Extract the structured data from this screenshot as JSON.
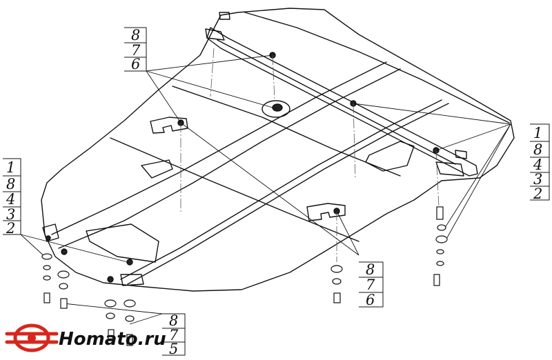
{
  "callouts": {
    "top_left": [
      "8",
      "7",
      "6"
    ],
    "left": [
      "1",
      "8",
      "4",
      "3",
      "2"
    ],
    "right": [
      "1",
      "8",
      "4",
      "3",
      "2"
    ],
    "bottom_center": [
      "8",
      "7",
      "6"
    ],
    "bottom_left": [
      "8",
      "7",
      "5"
    ]
  },
  "logo": {
    "text": "Homato.ru",
    "colors": {
      "emblem": "#d8261c",
      "ink": "#111111"
    }
  },
  "icons": [
    "logo-emblem-icon"
  ]
}
